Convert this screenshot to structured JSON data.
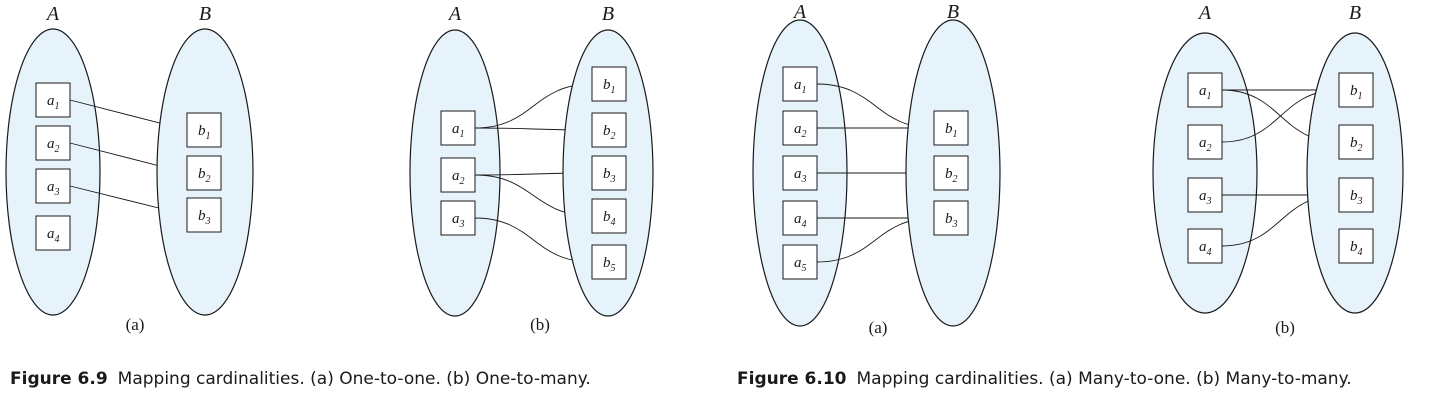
{
  "figures": [
    {
      "number": "Figure 6.9",
      "caption": "Mapping cardinalities. (a) One-to-one. (b) One-to-many.",
      "panels": [
        {
          "id": "one-to-one",
          "label": "(a)",
          "sets": [
            {
              "name": "A",
              "elements": [
                {
                  "base": "a",
                  "sub": "1"
                },
                {
                  "base": "a",
                  "sub": "2"
                },
                {
                  "base": "a",
                  "sub": "3"
                },
                {
                  "base": "a",
                  "sub": "4"
                }
              ]
            },
            {
              "name": "B",
              "elements": [
                {
                  "base": "b",
                  "sub": "1"
                },
                {
                  "base": "b",
                  "sub": "2"
                },
                {
                  "base": "b",
                  "sub": "3"
                }
              ]
            }
          ],
          "mappings": [
            [
              "a1",
              "b1"
            ],
            [
              "a2",
              "b2"
            ],
            [
              "a3",
              "b3"
            ]
          ]
        },
        {
          "id": "one-to-many",
          "label": "(b)",
          "sets": [
            {
              "name": "A",
              "elements": [
                {
                  "base": "a",
                  "sub": "1"
                },
                {
                  "base": "a",
                  "sub": "2"
                },
                {
                  "base": "a",
                  "sub": "3"
                }
              ]
            },
            {
              "name": "B",
              "elements": [
                {
                  "base": "b",
                  "sub": "1"
                },
                {
                  "base": "b",
                  "sub": "2"
                },
                {
                  "base": "b",
                  "sub": "3"
                },
                {
                  "base": "b",
                  "sub": "4"
                },
                {
                  "base": "b",
                  "sub": "5"
                }
              ]
            }
          ],
          "mappings": [
            [
              "a1",
              "b1"
            ],
            [
              "a1",
              "b2"
            ],
            [
              "a2",
              "b3"
            ],
            [
              "a2",
              "b4"
            ],
            [
              "a3",
              "b5"
            ]
          ]
        }
      ]
    },
    {
      "number": "Figure 6.10",
      "caption": "Mapping cardinalities. (a) Many-to-one. (b) Many-to-many.",
      "panels": [
        {
          "id": "many-to-one",
          "label": "(a)",
          "sets": [
            {
              "name": "A",
              "elements": [
                {
                  "base": "a",
                  "sub": "1"
                },
                {
                  "base": "a",
                  "sub": "2"
                },
                {
                  "base": "a",
                  "sub": "3"
                },
                {
                  "base": "a",
                  "sub": "4"
                },
                {
                  "base": "a",
                  "sub": "5"
                }
              ]
            },
            {
              "name": "B",
              "elements": [
                {
                  "base": "b",
                  "sub": "1"
                },
                {
                  "base": "b",
                  "sub": "2"
                },
                {
                  "base": "b",
                  "sub": "3"
                }
              ]
            }
          ],
          "mappings": [
            [
              "a1",
              "b1"
            ],
            [
              "a2",
              "b1"
            ],
            [
              "a3",
              "b2"
            ],
            [
              "a4",
              "b3"
            ],
            [
              "a5",
              "b3"
            ]
          ]
        },
        {
          "id": "many-to-many",
          "label": "(b)",
          "sets": [
            {
              "name": "A",
              "elements": [
                {
                  "base": "a",
                  "sub": "1"
                },
                {
                  "base": "a",
                  "sub": "2"
                },
                {
                  "base": "a",
                  "sub": "3"
                },
                {
                  "base": "a",
                  "sub": "4"
                }
              ]
            },
            {
              "name": "B",
              "elements": [
                {
                  "base": "b",
                  "sub": "1"
                },
                {
                  "base": "b",
                  "sub": "2"
                },
                {
                  "base": "b",
                  "sub": "3"
                },
                {
                  "base": "b",
                  "sub": "4"
                }
              ]
            }
          ],
          "mappings": [
            [
              "a1",
              "b1"
            ],
            [
              "a1",
              "b2"
            ],
            [
              "a2",
              "b1"
            ],
            [
              "a3",
              "b3"
            ],
            [
              "a4",
              "b3"
            ]
          ]
        }
      ]
    }
  ]
}
